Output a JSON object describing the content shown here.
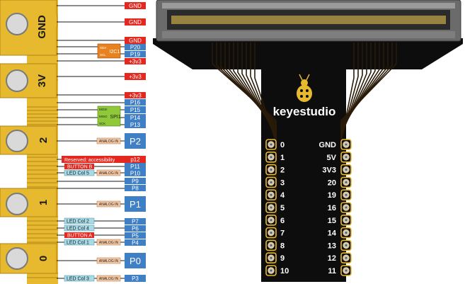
{
  "pinout": {
    "edge_labels": {
      "gnd": "GND",
      "v3": "3V",
      "p2": "2",
      "p1": "1",
      "p0": "0"
    },
    "pins": {
      "gnd1": "GND",
      "gnd2": "GND",
      "gnd3": "GND",
      "p20": "P20",
      "p19": "P19",
      "v33a": "+3v3",
      "v33b": "+3v3",
      "v33c": "+3v3",
      "p16": "P16",
      "p15": "P15",
      "p14": "P14",
      "p13": "P13",
      "big_p2": "P2",
      "p12": "p12",
      "p11": "P11",
      "p10": "P10",
      "p9": "P9",
      "p8": "P8",
      "big_p1": "P1",
      "p7": "P7",
      "p6": "P6",
      "p5": "P5",
      "p4": "P4",
      "big_p0": "P0",
      "p3": "P3"
    },
    "i2c": {
      "title": "I2C1",
      "sda": "SDA",
      "scl": "SCL"
    },
    "spi": {
      "title": "SPI1",
      "mosi": "MOSI",
      "miso": "MISO",
      "sck": "SCK"
    },
    "analog": "ANALOG IN",
    "functions": {
      "reserved": "Reserved: accessibility",
      "button_b": "BUTTON B",
      "led_col5": "LED Col 5",
      "led_col2": "LED Col 2",
      "led_col4": "LED Col 4",
      "button_a": "BUTTON A",
      "led_col1": "LED Col 1",
      "led_col3": "LED Col 3"
    }
  },
  "board": {
    "brand": "keyestudio",
    "left_header": [
      "0",
      "1",
      "2",
      "3",
      "4",
      "5",
      "6",
      "7",
      "8",
      "9",
      "10"
    ],
    "right_header": [
      "GND",
      "5V",
      "3V3",
      "20",
      "19",
      "16",
      "15",
      "14",
      "13",
      "12",
      "11"
    ]
  },
  "colors": {
    "gold": "#e7b92f",
    "gold_dark": "#c89a1a",
    "pin_blue": "#3f7fc6",
    "pin_red": "#e5281f",
    "i2c_orange": "#e8821f",
    "spi_green": "#8fc93a",
    "analog_peach": "#f5c9a6",
    "led_cyan": "#a9dbe7",
    "board_black": "#0d0d0d"
  }
}
